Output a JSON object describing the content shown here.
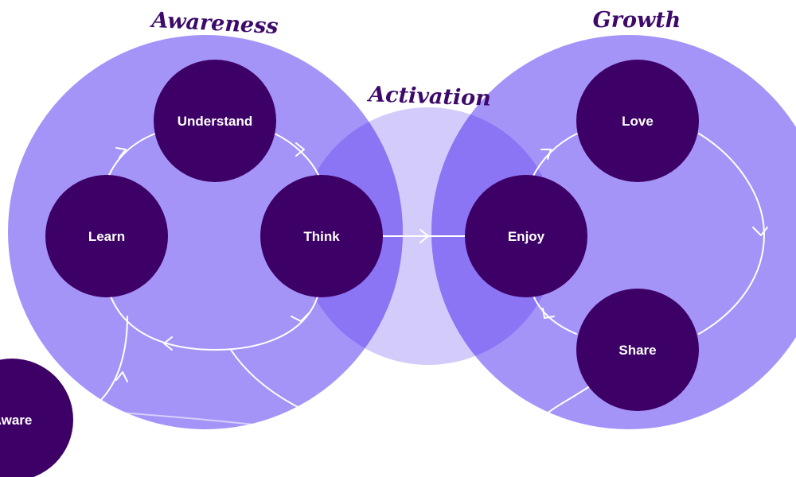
{
  "diagram": {
    "stages": {
      "awareness": "Awareness",
      "activation": "Activation",
      "growth": "Growth"
    },
    "nodes": {
      "aware": "Aware",
      "learn": "Learn",
      "understand": "Understand",
      "think": "Think",
      "enjoy": "Enjoy",
      "love": "Love",
      "share": "Share"
    }
  },
  "colors": {
    "big_circle": "#a594f8",
    "activation_circle": "#d3ccfb",
    "overlap": "#8b75f5",
    "node": "#3d0066",
    "title": "#3d0a6b",
    "connector": "#ffffff"
  }
}
